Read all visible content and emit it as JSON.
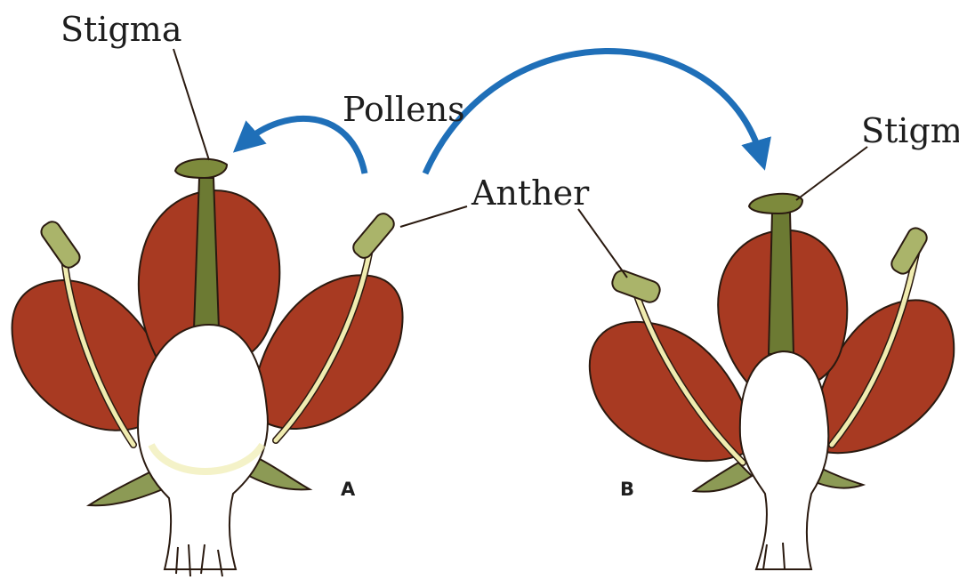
{
  "labels": {
    "stigma_a": "Stigma",
    "pollens": "Pollens",
    "anther": "Anther",
    "stigma_b": "Stigm",
    "flower_a": "A",
    "flower_b": "B"
  },
  "colors": {
    "petal": "#a83a22",
    "petal_dark": "#7e2614",
    "style": "#6c7a33",
    "stigma_head": "#7d8a3c",
    "filament": "#f0ecb0",
    "ovary": "#ffffff",
    "sepal": "#8c9a55",
    "arrow": "#1f6fb8",
    "outline": "#2a1a10"
  }
}
